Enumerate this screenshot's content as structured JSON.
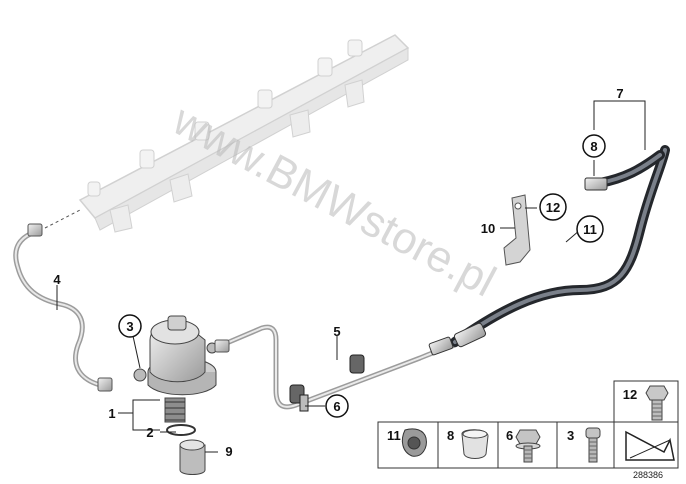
{
  "watermark": "www.BMWstore.pl",
  "diagram_id": "288386",
  "callouts": {
    "c1": "1",
    "c2": "2",
    "c3": "3",
    "c4": "4",
    "c5": "5",
    "c6": "6",
    "c7": "7",
    "c8": "8",
    "c9": "9",
    "c10": "10",
    "c11": "11",
    "c12": "12"
  },
  "legend": {
    "items": [
      {
        "label": "11"
      },
      {
        "label": "8"
      },
      {
        "label": "6"
      },
      {
        "label": "3"
      }
    ],
    "top_item": "12"
  }
}
